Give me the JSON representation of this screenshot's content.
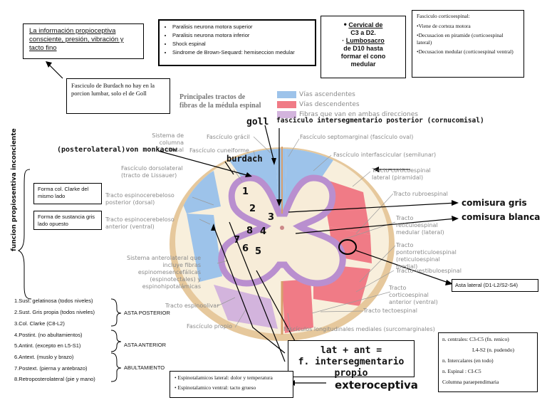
{
  "info_box": {
    "text": "La información propioceptiva consciente, presión, vibración y tacto fino"
  },
  "lesions_box": {
    "items": [
      "Paralisis neurona motora superior",
      "Paralisis neurona motora inferior",
      "Shock espinal",
      "Sindrome de Brown-Sequard: hemiseccion medular"
    ]
  },
  "cervical_box": {
    "line1": "Cervical de",
    "line2": "C3 a D2.",
    "line3": "Lumbosacro",
    "line4": "de D10 hasta",
    "line5": "formar el cono",
    "line6": "medular"
  },
  "corticospinal_box": {
    "title": "Fasciculo corticoespinal:",
    "items": [
      "Viene de corteza motora",
      "Decusacion en piramide (corticoespinal lateral)",
      "Decusacion medular (corticoespinal ventral)"
    ]
  },
  "burdach_box": {
    "text": "Fasciculo de Burdach no hay en la porcion lumbar, solo el de Goll"
  },
  "diagram": {
    "title_line1": "Principales tractos de",
    "title_line2": "fibras de la médula espinal",
    "legend": [
      {
        "label": "Vías ascendentes",
        "color": "#9dc3ea"
      },
      {
        "label": "Vías descendentes",
        "color": "#f07b86"
      },
      {
        "label": "Fibras que van en ambas direcciones",
        "color": "#d3b4dd"
      }
    ],
    "labels": {
      "sistema_columna": "Sistema de columna dorsal",
      "fasciculo_gracil": "Fascículo grácil",
      "fasciculo_cuneiforme": "Fascículo cuneiforme",
      "septomarginal": "Fascículo septomarginal (fascículo oval)",
      "interfascicular": "Fascículo interfascicular (semilunar)",
      "dorsolateral": "Fascículo dorsolateral (tracto de Lissauer)",
      "cortico_lateral": "Tracto corticoespinal lateral (piramidal)",
      "espinocerebeloso_post": "Tracto espinocerebeloso posterior (dorsal)",
      "rubroespinal": "Tracto rubroespinal",
      "espinocerebeloso_ant": "Tracto espinocerebeloso anterior (ventral)",
      "reticulo_medular": "Tracto reticuloespinal medular (lateral)",
      "anterolateral": "Sistema anterolateral que incluye fibras espinomesencefálicas (espinotectales) y espinohipotalámicas",
      "pontoreticulo": "Tracto pontorreticuloespinal (reticuloespinal medial)",
      "vestibulo": "Tracto vestibuloespinal",
      "cortico_anterior": "Tracto corticoespinal anterior (ventral)",
      "espino_olivar": "Tracto espinoolivar",
      "tectoespinal": "Tracto tectoespinal",
      "fasciculo_propio": "Fascículo propio",
      "longitudinales": "Fascículos longitudinales mediales (surcomarginales)"
    },
    "numbers": [
      "1",
      "2",
      "3",
      "4",
      "5",
      "6",
      "7",
      "8"
    ]
  },
  "annotations": {
    "goll": "goll",
    "intersegmentario_posterior": "fasciculo intersegmentario posterior (cornucomisal)",
    "posterolateral": "(posterolateral)von monkacow",
    "burdach": "burdach",
    "comisura_gris": "comisura gris",
    "comisura_blanca": "comisura blanca",
    "funcion": "funcion propiosentiva inconciente",
    "exteroceptiva": "exteroceptiva",
    "lat_ant_line1": "lat + ant =",
    "lat_ant_line2": "f. intersegmentario propio",
    "asta_lateral": "Asta lateral (D1-L2/S2-S4)"
  },
  "clarke_box": {
    "text": "Forma col. Clarke del mismo lado"
  },
  "sustancia_box": {
    "text": "Forma de sustancia gris lado opuesto"
  },
  "nuclei": [
    {
      "text": "1.Sust. gelatinosa (todos niveles)"
    },
    {
      "text": "2.Sust. Gris propia (todos niveles)"
    },
    {
      "text": "3.Col. Clarke (C8-L2)"
    },
    {
      "text": "4.Postint. (no abultamientos)"
    },
    {
      "text": "5.Antint. (excepto en L5-S1)"
    },
    {
      "text": "6.Antext. (muslo y brazo)"
    },
    {
      "text": "7.Postext. (pierna y antebrazo)"
    },
    {
      "text": "8.Retroposterolateral (pie y mano)"
    }
  ],
  "groups": {
    "posterior": "ASTA POSTERIOR",
    "anterior": "ASTA ANTERIOR",
    "abultamiento": "ABULTAMIENTO"
  },
  "spinothalamic_box": {
    "items": [
      "Espinotalamicos lateral: dolor y temperatura",
      "Espinotalamico ventral: tacto grueso"
    ]
  },
  "centrales_box": {
    "lines": [
      "n. centrales: C3-C5 (fn. renico)",
      "L4-S2 (n. pudendo)",
      "n. Intercalares (en todo)",
      "n. Espinal : CI-C5",
      "Columna paraependimaria"
    ]
  }
}
